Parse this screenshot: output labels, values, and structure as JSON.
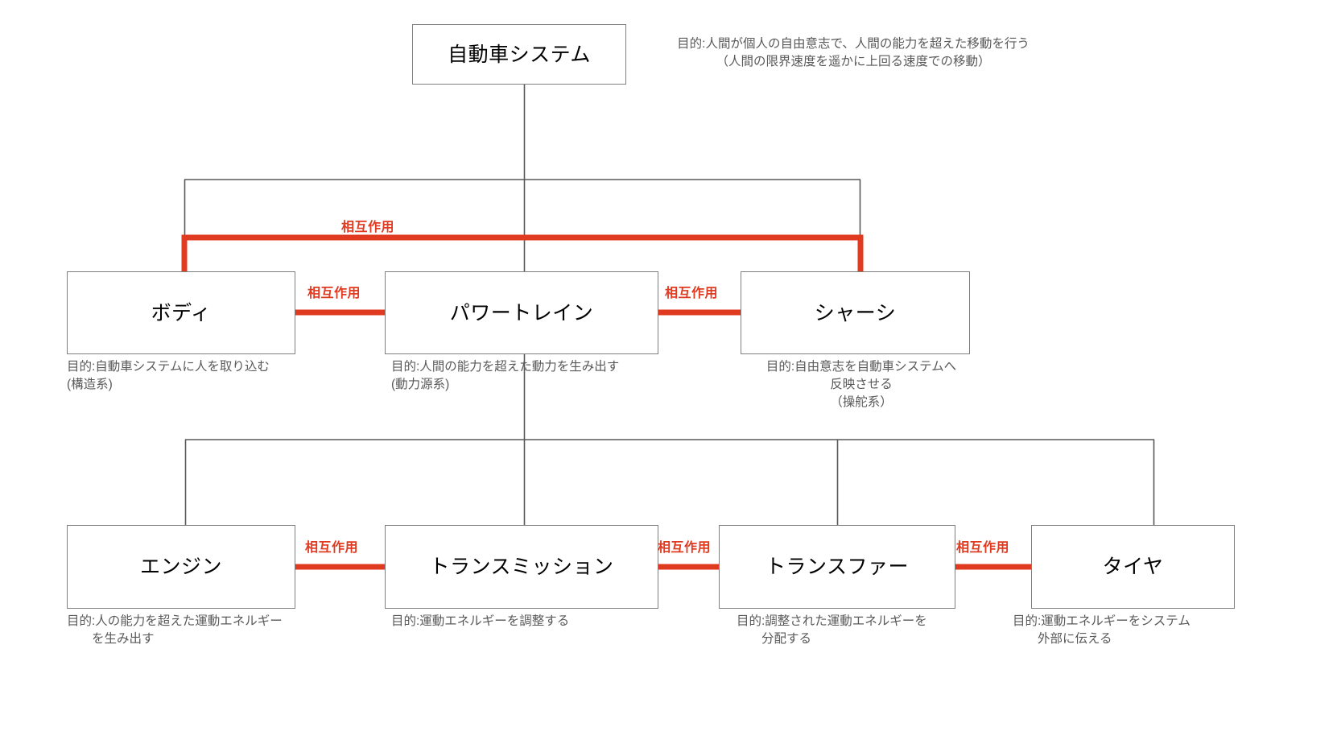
{
  "diagram": {
    "title_node": {
      "label": "自動車システム",
      "purpose": "目的:人間が個人の自由意志で、人間の能力を超えた移動を行う\n（人間の限界速度を遥かに上回る速度での移動）"
    },
    "level2": [
      {
        "name": "body",
        "label": "ボディ",
        "purpose": "目的:自動車システムに人を取り込む\n(構造系)"
      },
      {
        "name": "powertrain",
        "label": "パワートレイン",
        "purpose": "目的:人間の能力を超えた動力を生み出す\n(動力源系)"
      },
      {
        "name": "chassis",
        "label": "シャーシ",
        "purpose": "目的:自由意志を自動車システムへ\n反映させる\n（操舵系）"
      }
    ],
    "level3": [
      {
        "name": "engine",
        "label": "エンジン",
        "purpose": "目的:人の能力を超えた運動エネルギー\n　　を生み出す"
      },
      {
        "name": "transmission",
        "label": "トランスミッション",
        "purpose": "目的:運動エネルギーを調整する"
      },
      {
        "name": "transfer",
        "label": "トランスファー",
        "purpose": "目的:調整された運動エネルギーを\n　　分配する"
      },
      {
        "name": "tire",
        "label": "タイヤ",
        "purpose": "目的:運動エネルギーをシステム\n　　外部に伝える"
      }
    ],
    "interactions": [
      {
        "name": "body-chassis-top",
        "label": "相互作用"
      },
      {
        "name": "body-powertrain",
        "label": "相互作用"
      },
      {
        "name": "powertrain-chassis",
        "label": "相互作用"
      },
      {
        "name": "engine-transmission",
        "label": "相互作用"
      },
      {
        "name": "transmission-transfer",
        "label": "相互作用"
      },
      {
        "name": "transfer-tire",
        "label": "相互作用"
      }
    ],
    "colors": {
      "interaction_red": "#e03a21",
      "box_border": "#7f7f7f",
      "purpose_text": "#595959",
      "connector_gray": "#595959",
      "node_text": "#000000",
      "background": "#ffffff"
    }
  }
}
